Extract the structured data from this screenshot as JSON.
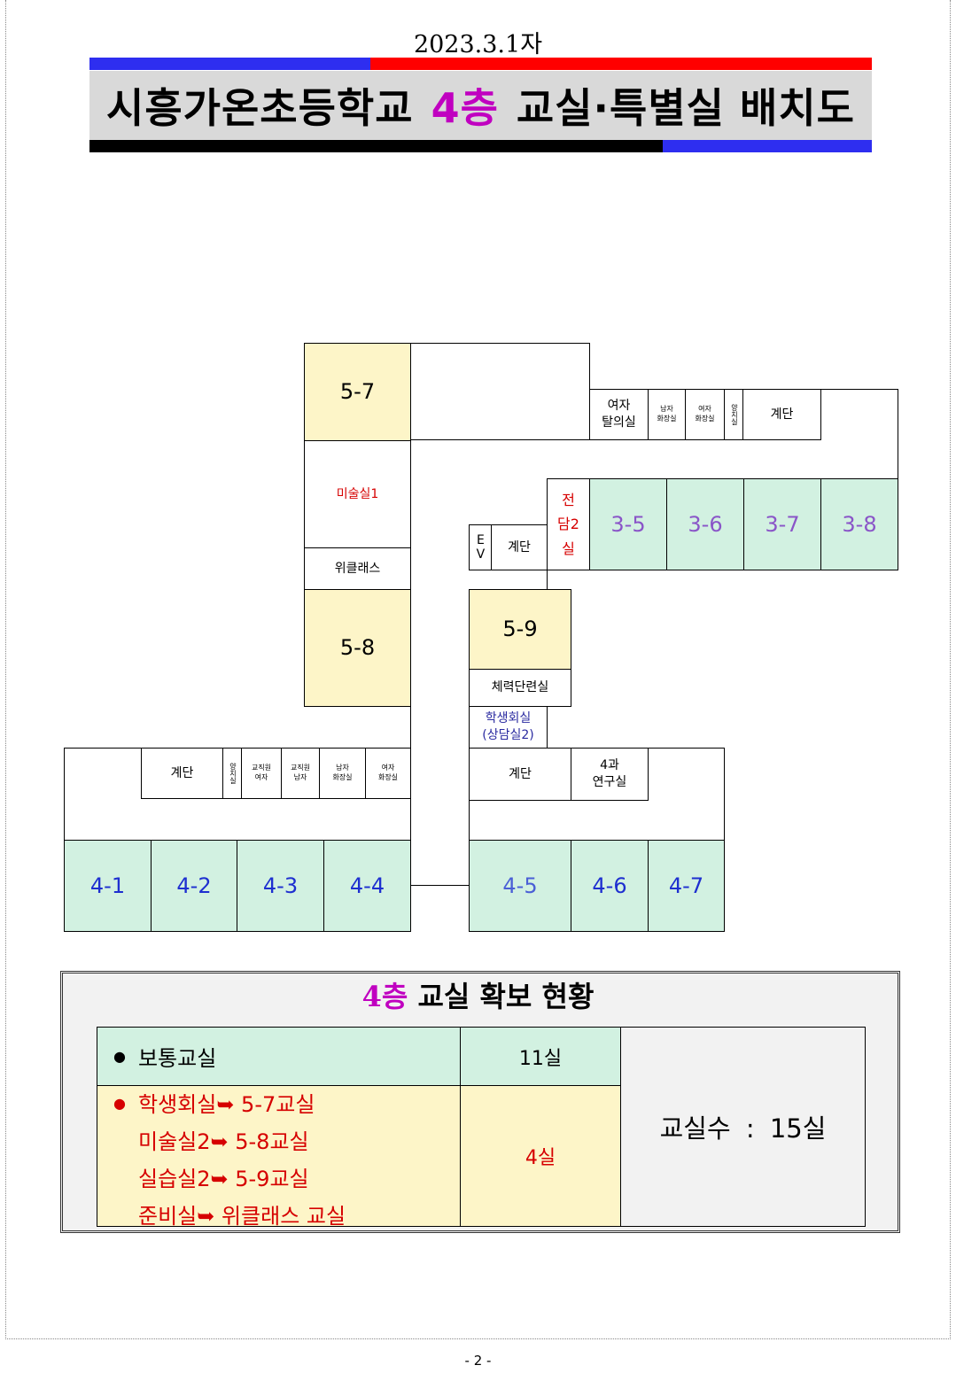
{
  "header": {
    "date": "2023.3.1자",
    "title_pre": "시흥가온초등학교",
    "title_floor": "4층",
    "title_post": "교실·특별실 배치도"
  },
  "colors": {
    "bar_blue": "#2e2ef0",
    "bar_red": "#ff0000",
    "bar_black": "#000000",
    "classroom_fill": "#d2f1e1",
    "special_fill": "#fdf5c8",
    "highlight": "#c000c0"
  },
  "rooms": {
    "r57": "5-7",
    "art1": "미술실1",
    "weeclass": "위클래스",
    "r58": "5-8",
    "women_locker_1": "여자",
    "women_locker_2": "탈의실",
    "men_restroom_top_1": "남자",
    "men_restroom_top_2": "화장실",
    "women_restroom_top_1": "여자",
    "women_restroom_top_2": "화장실",
    "toothbrush_top": "양치실",
    "stairs_top": "계단",
    "ev": "EV",
    "stairs_mid": "계단",
    "dedicated2": "전담2실",
    "r35": "3-5",
    "r36": "3-6",
    "r37": "3-7",
    "r38": "3-8",
    "r59": "5-9",
    "fitness": "체력단련실",
    "student_council_1": "학생회실",
    "student_council_2": "(상담실2)",
    "stairs_left": "계단",
    "toothbrush_left": "양치실",
    "staff_women_1": "교직원",
    "staff_women_2": "여자",
    "staff_men_1": "교직원",
    "staff_men_2": "남자",
    "men_restroom_1": "남자",
    "men_restroom_2": "화장실",
    "women_restroom_1": "여자",
    "women_restroom_2": "화장실",
    "stairs_right": "계단",
    "research_1": "4과",
    "research_2": "연구실",
    "r41": "4-1",
    "r42": "4-2",
    "r43": "4-3",
    "r44": "4-4",
    "r45": "4-5",
    "r46": "4-6",
    "r47": "4-7"
  },
  "summary": {
    "title_floor": "4층",
    "title_rest": "교실 확보 현황",
    "row1_label": "보통교실",
    "row1_count": "11실",
    "row2_items": [
      "학생회실➥ 5-7교실",
      "미술실2➥ 5-8교실",
      "실습실2➥ 5-9교실",
      "준비실➥ 위클래스 교실"
    ],
    "row2_count": "4실",
    "total": "교실수 : 15실"
  },
  "footer": {
    "page": "- 2 -"
  }
}
